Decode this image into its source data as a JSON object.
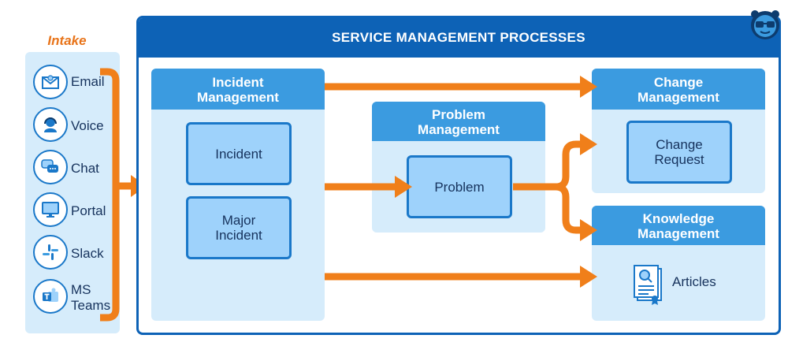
{
  "intake": {
    "title": "Intake",
    "channels": [
      {
        "label": "Email",
        "icon": "email-icon"
      },
      {
        "label": "Voice",
        "icon": "headset-icon"
      },
      {
        "label": "Chat",
        "icon": "chat-icon"
      },
      {
        "label": "Portal",
        "icon": "monitor-icon"
      },
      {
        "label": "Slack",
        "icon": "slack-icon"
      },
      {
        "label": "MS\nTeams",
        "icon": "teams-icon"
      }
    ]
  },
  "main": {
    "title": "SERVICE MANAGEMENT PROCESSES",
    "incident": {
      "title": "Incident\nManagement",
      "items": [
        "Incident",
        "Major\nIncident"
      ]
    },
    "problem": {
      "title": "Problem\nManagement",
      "item": "Problem"
    },
    "change": {
      "title": "Change\nManagement",
      "item": "Change\nRequest"
    },
    "knowledge": {
      "title": "Knowledge\nManagement",
      "item": "Articles",
      "item_icon": "document-search-icon"
    }
  },
  "colors": {
    "arrow": "#f07f1a",
    "frame": "#0d62b6",
    "card_header": "#3b9be0",
    "card_body": "#d6ecfb",
    "box_fill": "#9ed2fb",
    "intake_title": "#e8741a"
  }
}
